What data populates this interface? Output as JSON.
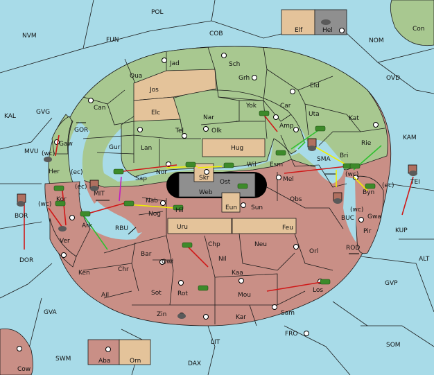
{
  "map": {
    "sea_color": "#a8dbe8",
    "green_color": "#a8c890",
    "red_color": "#c98f86",
    "tan_color": "#e4c39a",
    "regions": {
      "pol": "POL",
      "fun": "FUN",
      "nvm": "NVM",
      "cob": "COB",
      "nom": "NOM",
      "con": "Con",
      "elf": "Elf",
      "hel": "Hel",
      "ovd": "OVD",
      "kal": "KAL",
      "gvg": "GVG",
      "mvu": "MVU",
      "gor": "GOR",
      "mit": "MIT",
      "rbu": "RBU",
      "bor": "BOR",
      "dor": "DOR",
      "kam": "KAM",
      "tei": "TEI",
      "sma": "SMA",
      "kup": "KUP",
      "buc": "BUC",
      "rod": "ROD",
      "alt": "ALT",
      "gvp": "GVP",
      "gva": "GVA",
      "fro": "FRO",
      "som": "SOM",
      "swm": "SWM",
      "lit": "LIT",
      "dax": "DAX",
      "cow": "Cow",
      "aba": "Aba",
      "orn": "Orn",
      "jad": "Jad",
      "sch": "Sch",
      "qua": "Qua",
      "jos": "Jos",
      "grh": "Grh",
      "can": "Can",
      "elc": "Elc",
      "nar": "Nar",
      "yok": "Yok",
      "car": "Car",
      "eld": "Eld",
      "uta": "Uta",
      "kat": "Kat",
      "tel": "Tel",
      "olk": "Olk",
      "amp": "Amp",
      "gur": "Gur",
      "lan": "Lan",
      "hug": "Hug",
      "rie": "Rie",
      "bri": "Bri",
      "gaw": "Gaw",
      "esm": "Esm",
      "wil": "Wil",
      "skr": "Skr",
      "nor": "Nor",
      "her": "Her",
      "sap": "Sap",
      "ost": "Ost",
      "web": "Web",
      "mel": "Mel",
      "byn": "Byn",
      "kor": "Kor",
      "nab": "Nab",
      "eun": "Eun",
      "sun": "Sun",
      "obs": "Obs",
      "gwa": "Gwa",
      "hil": "Hil",
      "nog": "Nog",
      "ark": "Ark",
      "uru": "Uru",
      "feu": "Feu",
      "pir": "Pir",
      "ver": "Ver",
      "chp": "Chp",
      "neu": "Neu",
      "bar": "Bar",
      "qwi": "Qwi",
      "orl": "Orl",
      "nil": "Nil",
      "chr": "Chr",
      "ken": "Ken",
      "kaa": "Kaa",
      "ail": "Ail",
      "sot": "Sot",
      "rot": "Rot",
      "mou": "Mou",
      "los": "Los",
      "zin": "Zin",
      "kar": "Kar",
      "sam": "Sam"
    },
    "coast_labels": {
      "wc1": "(wc)",
      "ec1": "(ec)",
      "ec2": "(ec)",
      "wc2": "(wc)",
      "wc3": "(wc)",
      "ec3": "(ec)",
      "wc4": "(wc)"
    },
    "order_colors": {
      "move": "#d01818",
      "support": "#f0f000",
      "convoy": "#c020c0",
      "hold": "#30c030"
    }
  }
}
